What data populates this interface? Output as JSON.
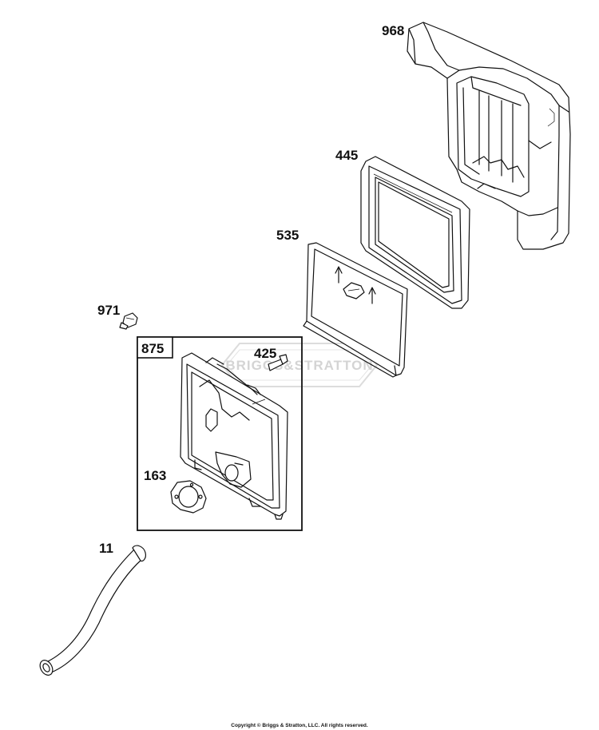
{
  "diagram": {
    "callouts": {
      "p968": "968",
      "p445": "445",
      "p535": "535",
      "p971": "971",
      "p875": "875",
      "p425": "425",
      "p163": "163",
      "p11": "11"
    },
    "watermark": "BRIGGS&STRATTON",
    "copyright": "Copyright © Briggs & Stratton, LLC. All rights reserved."
  },
  "colors": {
    "line": "#111111",
    "watermark": "#d9d9d9",
    "background": "#ffffff"
  }
}
